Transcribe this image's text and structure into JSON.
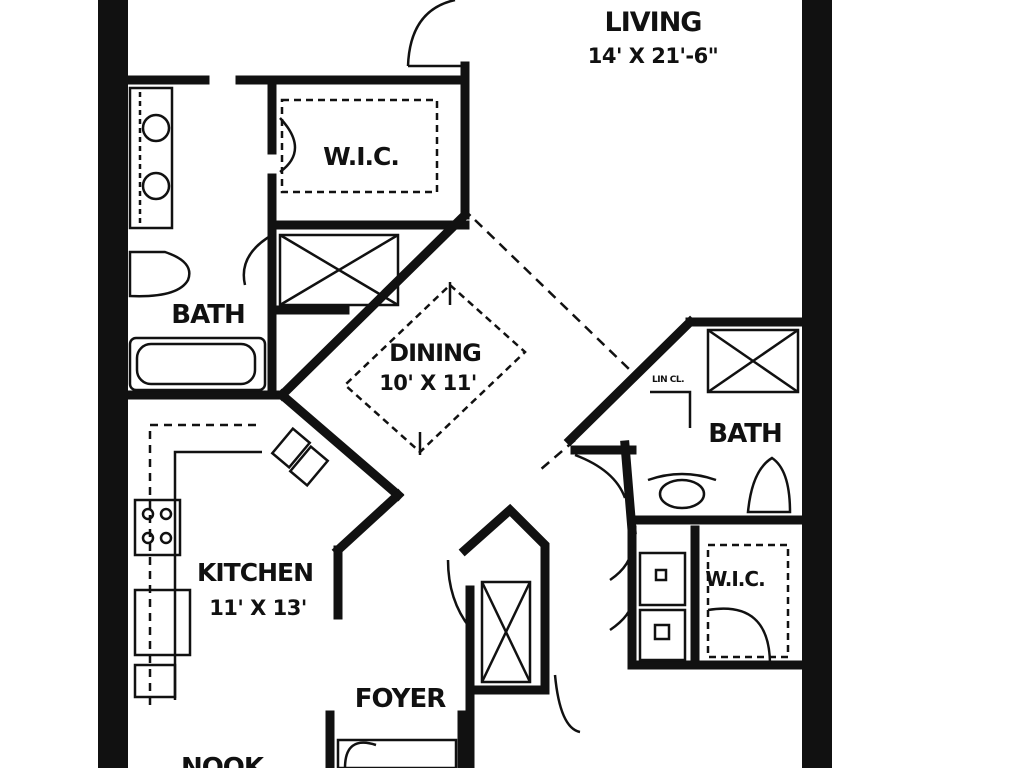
{
  "colors": {
    "wall": "#111111",
    "background": "#ffffff"
  },
  "rooms": {
    "living": {
      "name": "LIVING",
      "dims": "14' X 21'-6\""
    },
    "wic_top": {
      "name": "W.I.C."
    },
    "bath_left": {
      "name": "BATH"
    },
    "dining": {
      "name": "DINING",
      "dims": "10' X 11'"
    },
    "bath_right": {
      "name": "BATH"
    },
    "kitchen": {
      "name": "KITCHEN",
      "dims": "11' X 13'"
    },
    "wic_right": {
      "name": "W.I.C."
    },
    "foyer": {
      "name": "FOYER"
    },
    "nook": {
      "name": "NOOK"
    },
    "linen": {
      "name": "LIN CL."
    }
  }
}
